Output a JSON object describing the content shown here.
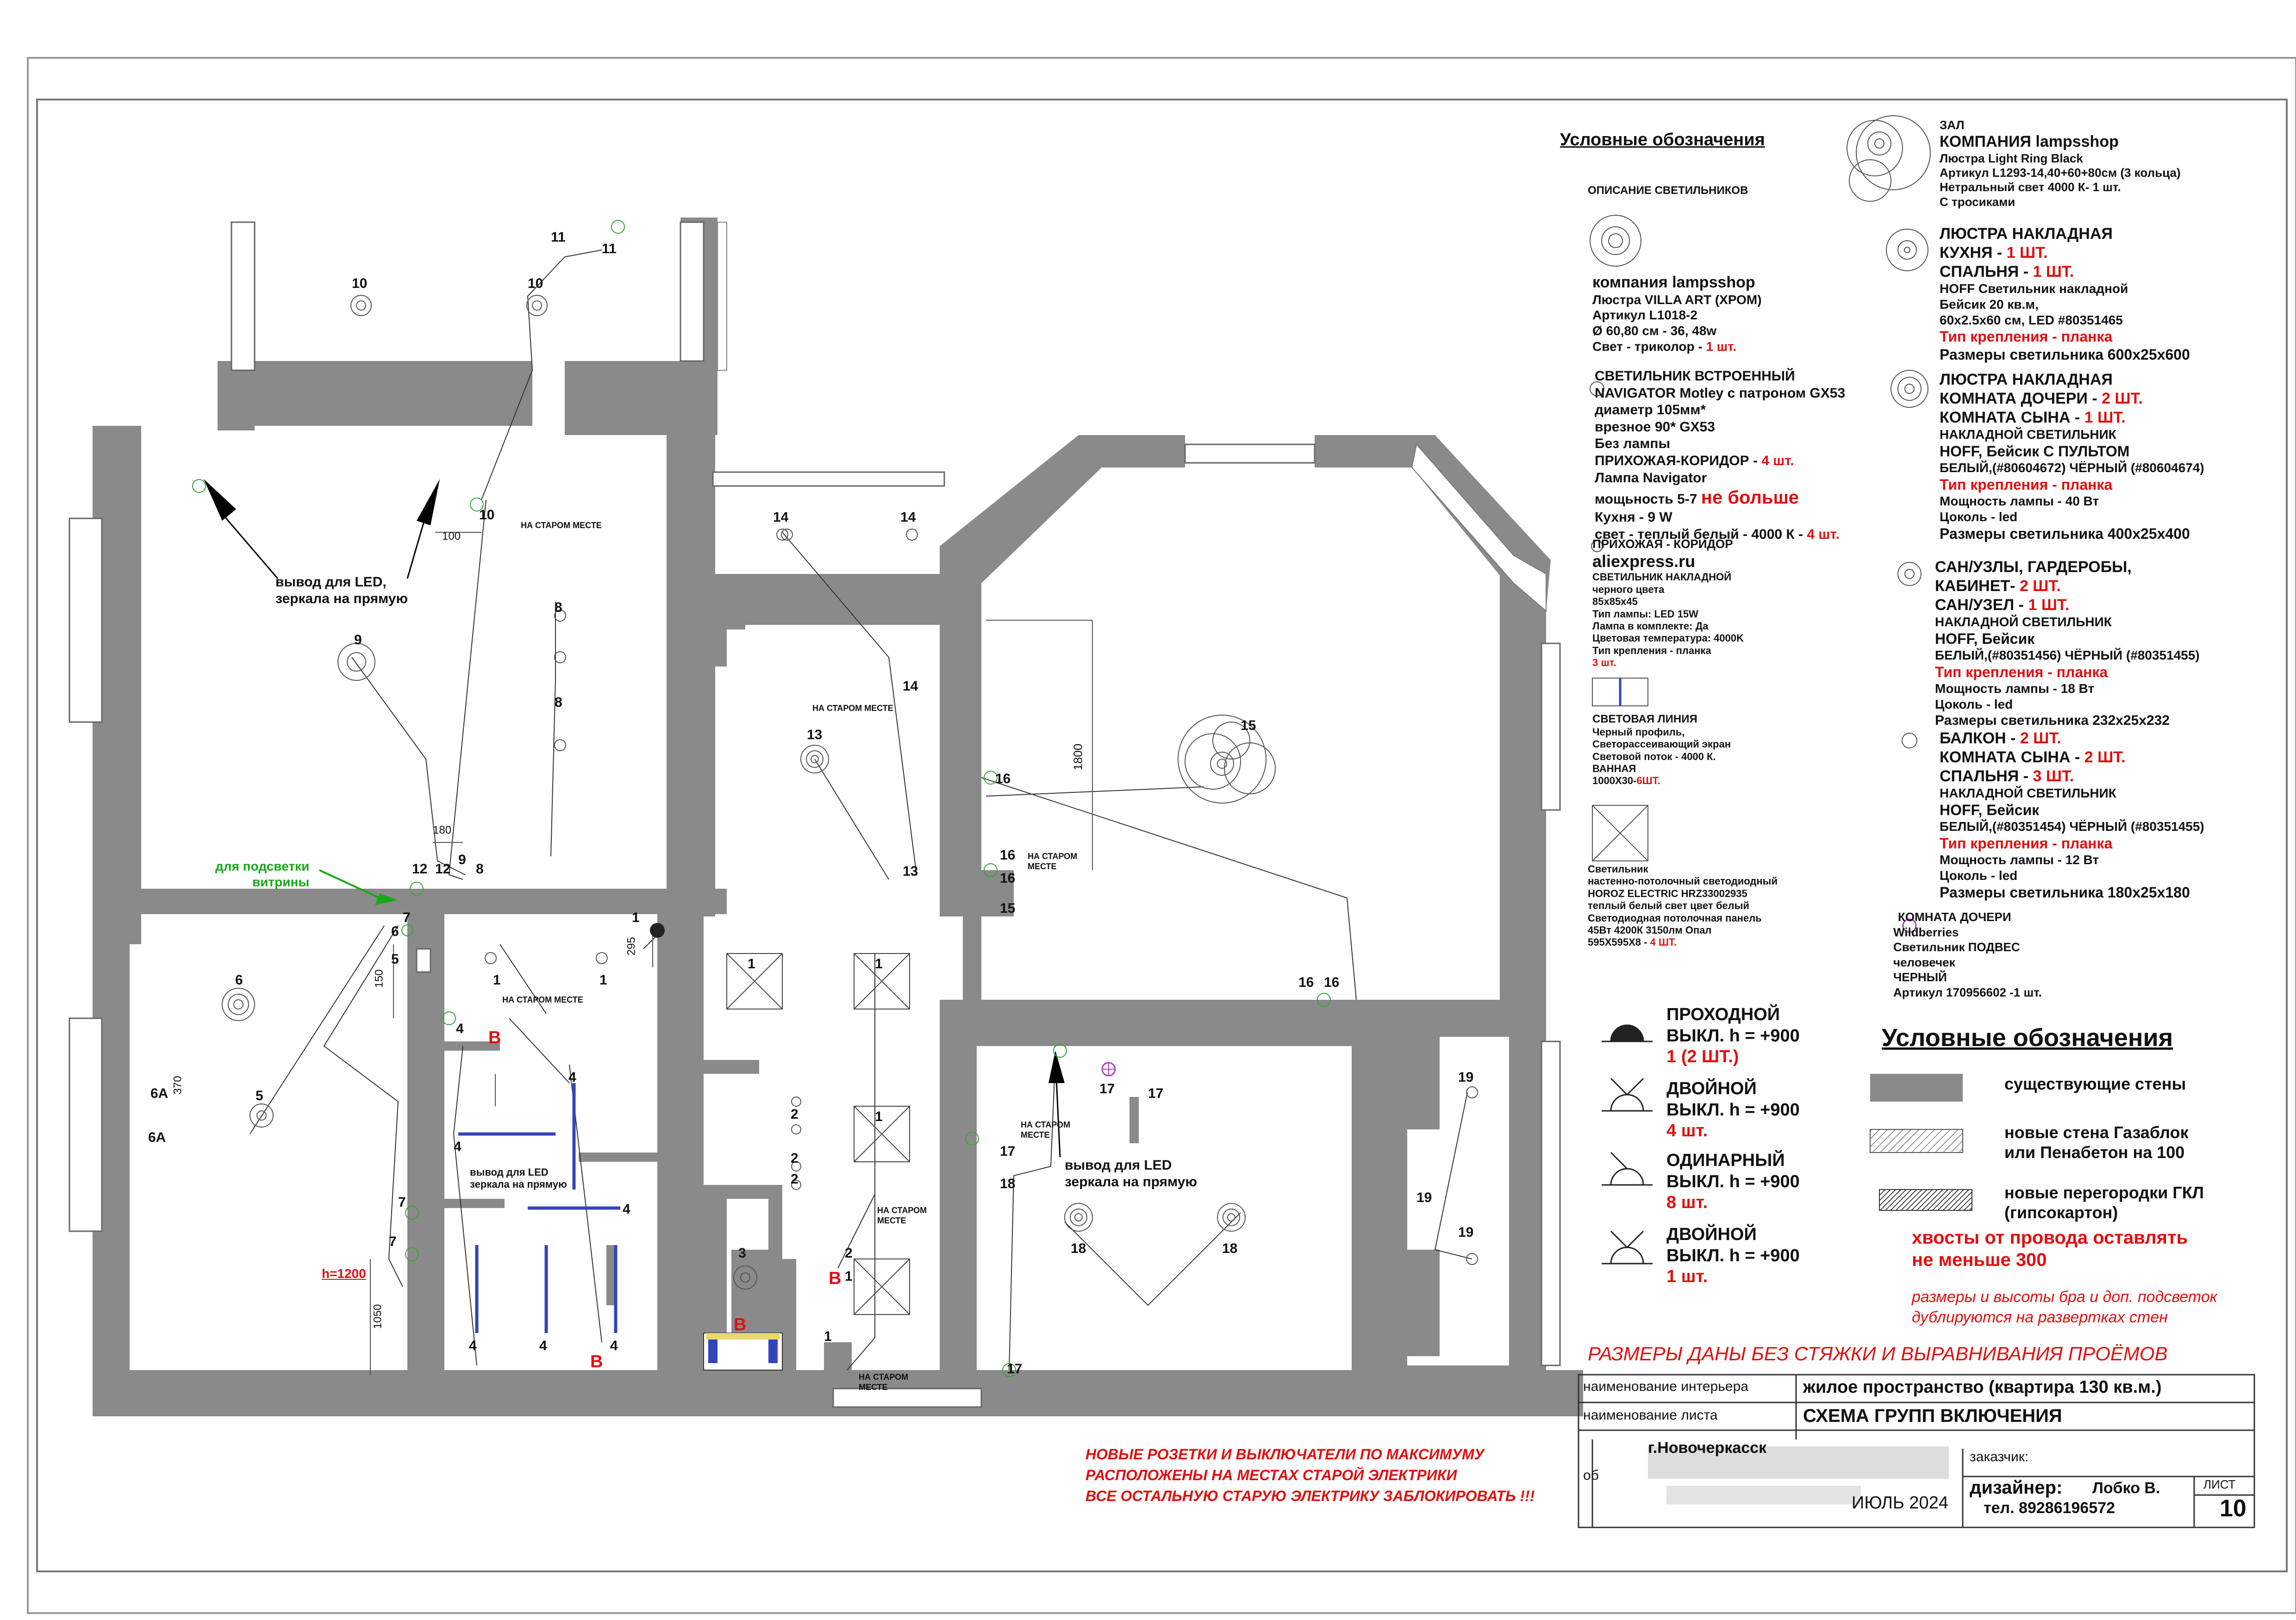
{
  "legend": {
    "title": "Условные обозначения",
    "subtitle": "ОПИСАНИЕ СВЕТИЛЬНИКОВ",
    "villa": [
      "компания lampsshop",
      "Люстра VILLA ART (ХРОМ)",
      "Артикул  L1018-2",
      "Ø 60,80 см - 36, 48w",
      "Свет -  триколор - ",
      "1 шт."
    ],
    "builtin": [
      "СВЕТИЛЬНИК ВСТРОЕННЫЙ",
      "NAVIGATOR Motley с патроном GX53",
      "диаметр 105мм*",
      "врезное 90* GX53",
      "Без лампы",
      "ПРИХОЖАЯ-КОРИДОР - ",
      "4 шт.",
      "Лампа Navigator",
      "мощьность 5-7 ",
      "не больше",
      "Кухня - 9 W",
      "свет - теплый белый - 4000 К - ",
      "4 шт."
    ],
    "aliex": [
      "ПРИХОЖАЯ - КОРИДОР",
      "aliexpress.ru",
      "СВЕТИЛЬНИК НАКЛАДНОЙ",
      "черного цвета",
      "85x85x45",
      "Тип лампы: LED 15W",
      "Лампа в комплекте: Да",
      "Цветовая температура: 4000K",
      "Тип крепления - планка",
      "3 шт."
    ],
    "line": [
      "СВЕТОВАЯ ЛИНИЯ",
      "Черный профиль,",
      "Светорассеивающий экран",
      "Световой поток - 4000 К.",
      "ВАННАЯ",
      "1000Х30-",
      "6ШТ."
    ],
    "panel": [
      "Светильник",
      "настенно-потолочный светодиодный",
      "HOROZ ELECTRIC HRZ33002935",
      "теплый белый свет цвет белый",
      "Светодиодная потолочная панель",
      "45Вт 4200К 3150лм Опал",
      "595X595X8 - ",
      "4 ШТ."
    ],
    "zal": [
      "ЗАЛ",
      "КОМПАНИЯ lampsshop",
      "Люстра Light Ring Black",
      "Артикул L1293-14,40+60+80см (3 кольца)",
      "Нетральный свет 4000 К- 1 шт.",
      "С тросиками"
    ],
    "c1": [
      "ЛЮСТРА НАКЛАДНАЯ",
      "КУХНЯ - ",
      "1 ШТ.",
      "СПАЛЬНЯ - ",
      "1 ШТ.",
      "HOFF Светильник накладной",
      "Бейсик 20 кв.м,",
      "60x2.5x60 см, LED #80351465",
      "Тип крепления - планка",
      "Размеры светильника 600х25х600"
    ],
    "c2": [
      "ЛЮСТРА НАКЛАДНАЯ",
      "КОМНАТА ДОЧЕРИ - ",
      "2 ШТ.",
      "КОМНАТА СЫНА - ",
      "1 ШТ.",
      "НАКЛАДНОЙ СВЕТИЛЬНИК",
      "HOFF, Бейсик С ПУЛЬТОМ",
      "БЕЛЫЙ,(#80604672) ЧЁРНЫЙ (#80604674)",
      "Тип крепления - планка",
      "Мощность лампы - 40 Вт",
      "Цоколь - led",
      "Размеры светильника 400х25х400"
    ],
    "c3": [
      "САН/УЗЛЫ, ГАРДЕРОБЫ,",
      "КАБИНЕТ- ",
      "2 ШТ.",
      "САН/УЗЕЛ - ",
      "1 ШТ.",
      "НАКЛАДНОЙ СВЕТИЛЬНИК",
      "HOFF, Бейсик",
      "БЕЛЫЙ,(#80351456) ЧЁРНЫЙ (#80351455)",
      "Тип крепления - планка",
      "Мощность лампы - 18 Вт",
      "Цоколь - led",
      "Размеры светильника 232х25х232"
    ],
    "c4": [
      "БАЛКОН - ",
      "2 ШТ.",
      "КОМНАТА СЫНА - ",
      "2 ШТ.",
      "СПАЛЬНЯ - ",
      "3 ШТ.",
      "НАКЛАДНОЙ СВЕТИЛЬНИК",
      "HOFF, Бейсик",
      "БЕЛЫЙ,(#80351454) ЧЁРНЫЙ (#80351455)",
      "Тип крепления - планка",
      "Мощность лампы - 12 Вт",
      "Цоколь - led",
      "Размеры светильника 180х25х180"
    ],
    "c5": [
      "КОМНАТА ДОЧЕРИ",
      "Wildberries",
      "Светильник ПОДВЕС",
      "человечек",
      "ЧЕРНЫЙ",
      "Артикул    170956602 -1 шт."
    ],
    "switches": [
      {
        "name": "ПРОХОДНОЙ",
        "h": "ВЫКЛ. h = +900",
        "count": "1 (2 ШТ.)"
      },
      {
        "name": "ДВОЙНОЙ",
        "h": "ВЫКЛ. h = +900",
        "count": "4 шт."
      },
      {
        "name": "ОДИНАРНЫЙ",
        "h": "ВЫКЛ. h = +900",
        "count": "8 шт."
      },
      {
        "name": "ДВОЙНОЙ",
        "h": "ВЫКЛ. h = +900",
        "count": "1 шт."
      }
    ],
    "walls_title": "Условные обозначения",
    "walls": [
      "существующие стены",
      "новые стена Газаблок",
      "или Пенабетон на 100",
      "новые перегородки ГКЛ",
      "(гипсокартон)"
    ],
    "wires": [
      "хвосты от провода оставлять",
      "не меньше 300"
    ],
    "note1": [
      "размеры и высоты бра и доп. подсветок",
      "дублируются на развертках стен"
    ],
    "note2": "РАЗМЕРЫ ДАНЫ  БЕЗ СТЯЖКИ И ВЫРАВНИВАНИЯ ПРОЁМОВ",
    "note3": [
      "НОВЫЕ РОЗЕТКИ И ВЫКЛЮЧАТЕЛИ ПО МАКСИМУМУ",
      "РАСПОЛОЖЕНЫ НА МЕСТАХ СТАРОЙ ЭЛЕКТРИКИ",
      "ВСЕ ОСТАЛЬНУЮ СТАРУЮ ЭЛЕКТРИКУ ЗАБЛОКИРОВАТЬ !!!"
    ]
  },
  "title_block": {
    "interior_label": "наименование интерьера",
    "interior": "жилое пространство (квартира 130 кв.м.)",
    "sheet_label": "наименование листа",
    "sheet": "СХЕМА ГРУПП ВКЛЮЧЕНИЯ",
    "city": "г.Новочеркасск",
    "ob": "об",
    "customer": "заказчик:",
    "designer": "дизайнер:",
    "designer_name": "Лобко В.",
    "phone": "тел. 89286196572",
    "date": "ИЮЛЬ 2024",
    "list_label": "ЛИСТ",
    "list_num": "10"
  },
  "plan": {
    "na_starom": "НА СТАРОМ МЕСТЕ",
    "na_starom2": [
      "НА СТАРОМ",
      "МЕСТЕ"
    ],
    "led1": [
      "вывод для LED,",
      "зеркала на прямую"
    ],
    "led2": [
      "вывод для LED",
      "зеркала на прямую"
    ],
    "led3": [
      "вывод для LED",
      "зеркала на прямую"
    ],
    "vitrina": [
      "для подсветки",
      "витрины"
    ],
    "h1200": "h=1200",
    "b": "В",
    "dims": {
      "d100": "100",
      "d180": "180",
      "d295": "295",
      "d150": "150",
      "d370": "370",
      "d1050": "1050",
      "d1800": "1800"
    },
    "labels": [
      "10",
      "10",
      "11",
      "11",
      "10",
      "9",
      "8",
      "8",
      "8",
      "12",
      "12",
      "9",
      "8",
      "7",
      "6",
      "5",
      "6",
      "6A",
      "6A",
      "5",
      "7",
      "7",
      "1",
      "1",
      "1",
      "4",
      "B",
      "4",
      "4",
      "4",
      "4",
      "4",
      "4",
      "14",
      "14",
      "14",
      "13",
      "13",
      "16",
      "16",
      "16",
      "15",
      "15",
      "16",
      "16",
      "1",
      "1",
      "1",
      "2",
      "2",
      "2",
      "2",
      "3",
      "1",
      "1",
      "17",
      "17",
      "17",
      "18",
      "18",
      "18",
      "17",
      "19",
      "19",
      "19",
      "7"
    ]
  }
}
